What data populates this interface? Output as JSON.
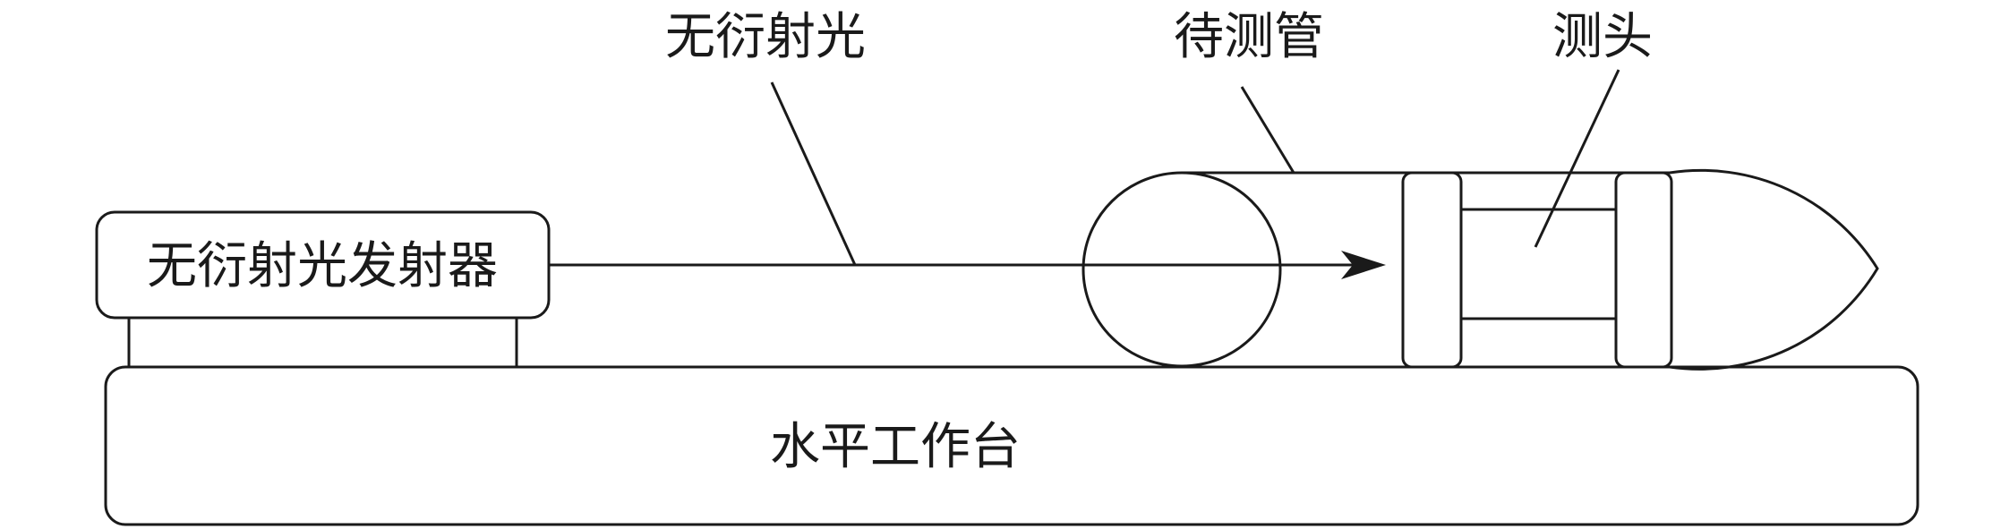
{
  "labels": {
    "light_top": "无衍射光",
    "tube_top": "待测管",
    "probe_top": "测头",
    "emitter": "无衍射光发射器",
    "table": "水平工作台"
  },
  "colors": {
    "stroke": "#1a1a1a",
    "background": "#ffffff"
  }
}
